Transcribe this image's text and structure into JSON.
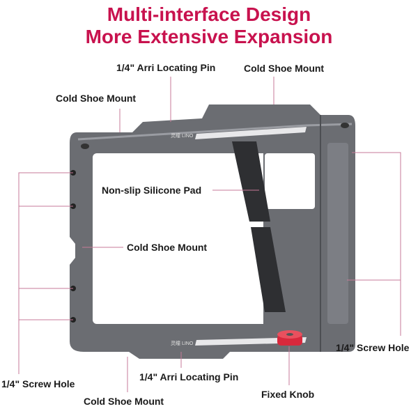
{
  "title": {
    "line1": "Multi-interface Design",
    "line2": "More Extensive Expansion",
    "color": "#c8124e"
  },
  "product": {
    "brand_mark": "LINO",
    "knob_color": "#d8283c",
    "frame_color": "#6b6d72"
  },
  "callouts": {
    "arri_pin_top": "1/4\" Arri Locating Pin",
    "cold_shoe_top_right": "Cold Shoe Mount",
    "cold_shoe_top_left": "Cold Shoe Mount",
    "silicone_pad": "Non-slip Silicone Pad",
    "cold_shoe_side": "Cold Shoe Mount",
    "screw_hole_right": "1/4\" Screw Hole",
    "screw_hole_left": "1/4\" Screw Hole",
    "arri_pin_bottom": "1/4\" Arri Locating Pin",
    "cold_shoe_bottom": "Cold Shoe Mount",
    "fixed_knob": "Fixed Knob"
  },
  "leader_color": "#c77a98"
}
